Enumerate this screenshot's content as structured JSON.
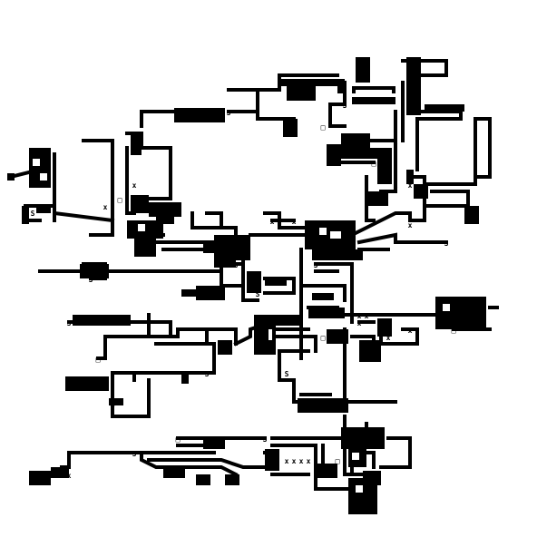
{
  "game": {
    "view": "dungeon-map",
    "palette": {
      "wall": "#000000",
      "floor": "#ffffff",
      "marker": "#000000"
    },
    "marker_glyphs": [
      "S",
      "x",
      "□"
    ],
    "marker_counts": {
      "S": 16,
      "x": 22,
      "□": 10
    }
  }
}
